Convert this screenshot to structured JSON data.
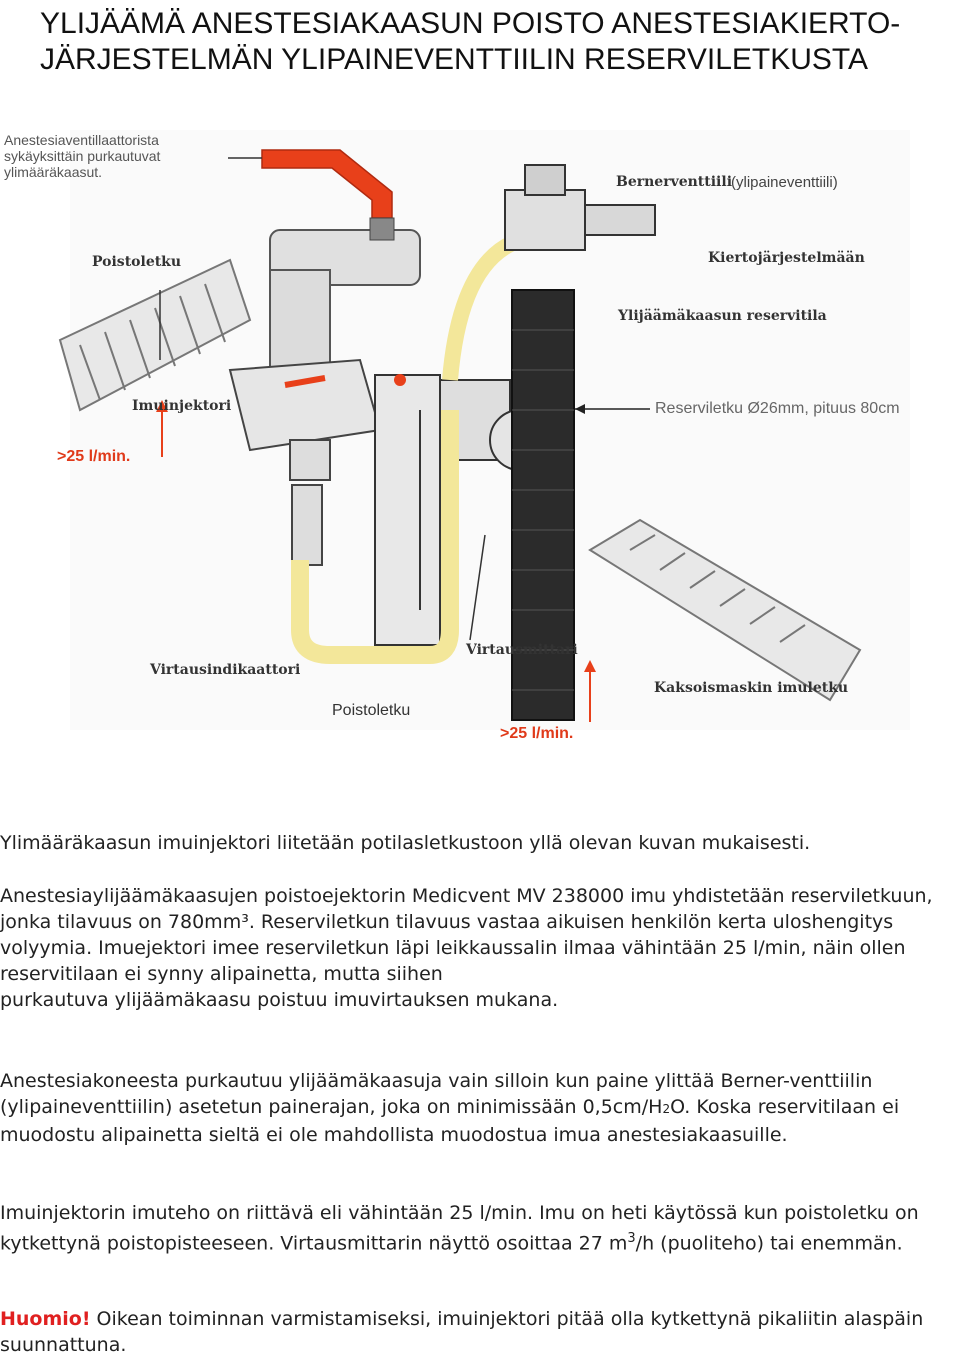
{
  "title": {
    "line1": "YLIJÄÄMÄ ANESTESIAKAASUN POISTO ANESTESIAKIERTO-",
    "line2": "JÄRJESTELMÄN YLIPAINEVENTTIILIN RESERVILETKUSTA"
  },
  "figure": {
    "callout_line1": "Anestesiaventillaattorista",
    "callout_line2": "sykäyksittäin purkautuvat",
    "callout_line3": "ylimääräkaasut.",
    "bernerventtiili": "Bernerventtiili",
    "ylipaine": "(ylipaineventtiili)",
    "poistoletku_top": "Poistoletku",
    "kiertojarjestelmaan": "Kiertojärjestelmään",
    "reservitila": "Ylijäämäkaasun reservitila",
    "imuinjektori": "Imuinjektori",
    "reserviletku": "Reserviletku Ø26mm, pituus 80cm",
    "flow_left": ">25 l/min.",
    "virtausindikaattori": "Virtausindikaattori",
    "virtausmittari": "Virtausmittari",
    "kaksoismaskin": "Kaksoismaskin imuletku",
    "poistoletku_bottom": "Poistoletku",
    "flow_bottom": ">25 l/min."
  },
  "body": {
    "p1": "Ylimääräkaasun imuinjektori liitetään potilasletkustoon yllä olevan  kuvan mukaisesti.",
    "p2a": "Anestesiaylijäämäkaasujen poistoejektorin Medicvent MV 238000 imu yhdistetään reserviletkuun, jonka tilavuus on 780mm³. Reserviletkun tilavuus vastaa aikuisen henkilön kerta uloshengitys volyymia. Imuejektori imee reserviletkun läpi leikkaussalin ilmaa vähintään 25 l/min, näin ollen reservitilaan ei synny alipainetta, mutta siihen",
    "p2b": "purkautuva ylijäämäkaasu poistuu imuvirtauksen mukana.",
    "p3a": "Anestesiakoneesta purkautuu ylijäämäkaasuja vain silloin kun paine ylittää Berner-venttiilin (ylipaineventtiilin) asetetun painerajan, joka on minimissään 0,5cm/H",
    "p3_sub": "2",
    "p3b": "O. Koska reservitilaan ei muodostu alipainetta sieltä ei ole mahdollista muodostua imua anestesiakaasuille.",
    "p4a": "Imuinjektorin imuteho on riittävä eli vähintään 25 l/min. Imu on heti käytössä kun poistoletku on kytkettynä poistopisteeseen. Virtausmittarin näyttö osoittaa 27 m",
    "p4_sup": "3",
    "p4b": "/h (puoliteho) tai enemmän.",
    "p5_label": "Huomio!",
    "p5": " Oikean toiminnan varmistamiseksi, imuinjektori pitää olla kytkettynä pikaliitin alaspäin suunnattuna."
  },
  "colors": {
    "accent_red": "#e02020",
    "arrow_red": "#e8401a",
    "tube_yellow": "#f3e79a"
  }
}
